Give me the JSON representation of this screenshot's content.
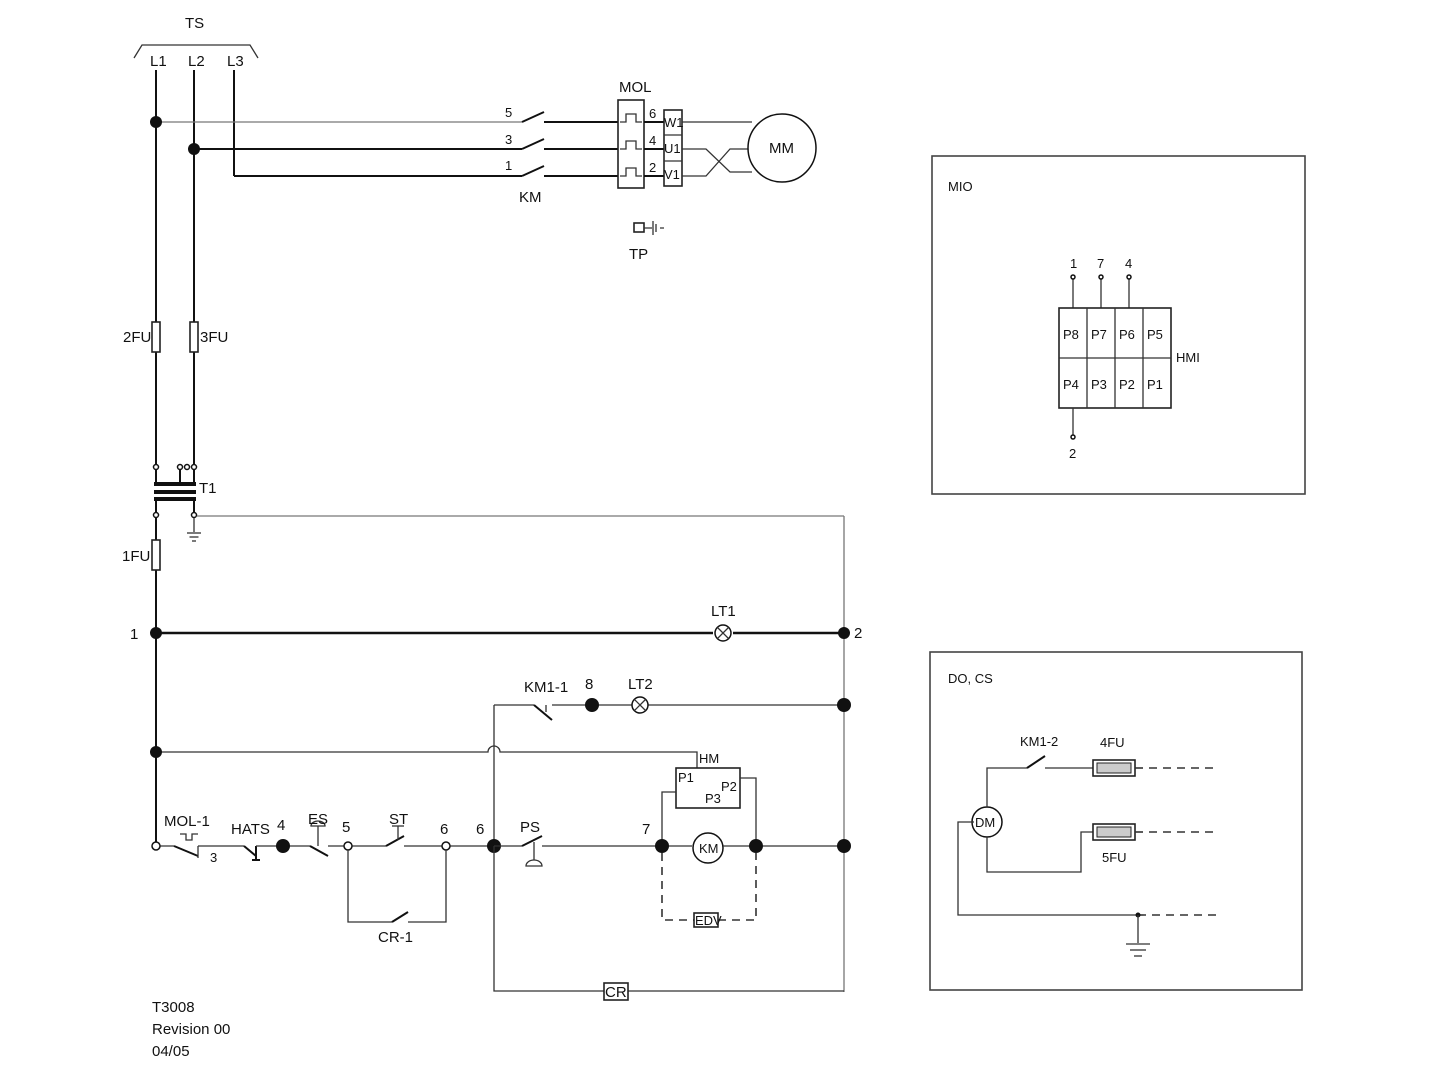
{
  "supply": {
    "switch": "TS",
    "lines": [
      "L1",
      "L2",
      "L3"
    ]
  },
  "power": {
    "contactor": "KM",
    "contact_terminals": [
      "5",
      "3",
      "1"
    ],
    "overload": "MOL",
    "overload_terminals": [
      "6",
      "4",
      "2"
    ],
    "motor_terminals": [
      "W1",
      "U1",
      "V1"
    ],
    "motor": "MM",
    "thermal_protector": "TP"
  },
  "fuses": {
    "f2": "2FU",
    "f3": "3FU",
    "f1": "1FU"
  },
  "transformer": "T1",
  "control": {
    "node_1": "1",
    "node_2": "2",
    "lamp_1": "LT1",
    "km_aux_contact": "KM1-1",
    "node_8": "8",
    "lamp_2": "LT2",
    "hour_meter": "HM",
    "hm_pins": [
      "P1",
      "P2",
      "P3"
    ],
    "overload_contact": "MOL-1",
    "node_3": "3",
    "hats": "HATS",
    "node_4": "4",
    "estop": "ES",
    "node_5": "5",
    "start": "ST",
    "node_6a": "6",
    "node_6b": "6",
    "pressure_switch": "PS",
    "node_7": "7",
    "coil": "KM",
    "edv": "EDV",
    "seal_in": "CR-1",
    "relay": "CR"
  },
  "mio_panel": {
    "title": "MIO",
    "top_pins": [
      "1",
      "7",
      "4"
    ],
    "bottom_pin": "2",
    "grid_top": [
      "P8",
      "P7",
      "P6",
      "P5"
    ],
    "grid_bottom": [
      "P4",
      "P3",
      "P2",
      "P1"
    ],
    "label": "HMI"
  },
  "docs_panel": {
    "title": "DO, CS",
    "contact": "KM1-2",
    "fuse_a": "4FU",
    "fuse_b": "5FU",
    "motor": "DM"
  },
  "revision": {
    "drawing": "T3008",
    "rev": "Revision 00",
    "date": "04/05"
  }
}
